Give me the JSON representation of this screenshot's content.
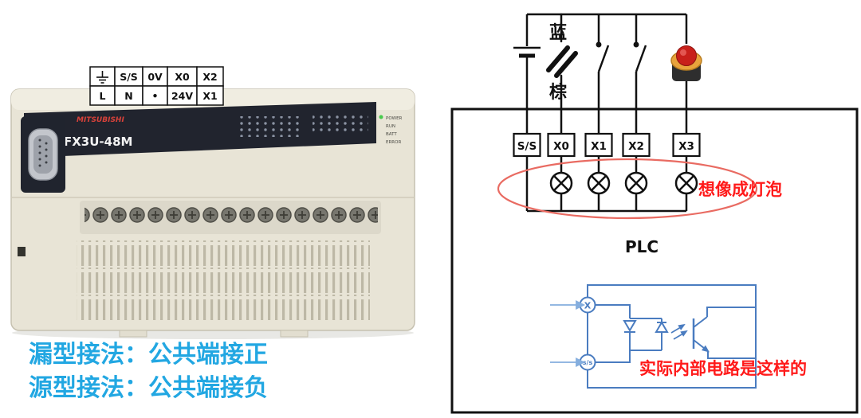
{
  "plc_photo": {
    "brand": "MITSUBISHI",
    "model": "FX3U-48M",
    "terminals_top": [
      "⏚",
      "S/S",
      "0V",
      "X0",
      "X2"
    ],
    "terminals_bottom": [
      "L",
      "N",
      "•",
      "24V",
      "X1"
    ],
    "indicators": [
      "POWER",
      "RUN",
      "BATT",
      "ERROR"
    ]
  },
  "captions": {
    "line1": "漏型接法：公共端接正",
    "line2": "源型接法：公共端接负",
    "color": "#22a7e2"
  },
  "diagram": {
    "wire_label_blue": "蓝",
    "wire_label_brown": "棕",
    "terminals": [
      "S/S",
      "X0",
      "X1",
      "X2",
      "X3"
    ],
    "lamp_annotation": "想像成灯泡",
    "plc_label": "PLC",
    "internal_terminal_x": "X",
    "internal_terminal_ss": "s/s",
    "internal_annotation": "实际内部电路是这样的",
    "colors": {
      "annotation_red": "#ff1a1a",
      "ellipse_red": "#e96b62",
      "circuit_blue": "#4a7cc0",
      "arrow_blue": "#85aede"
    }
  }
}
